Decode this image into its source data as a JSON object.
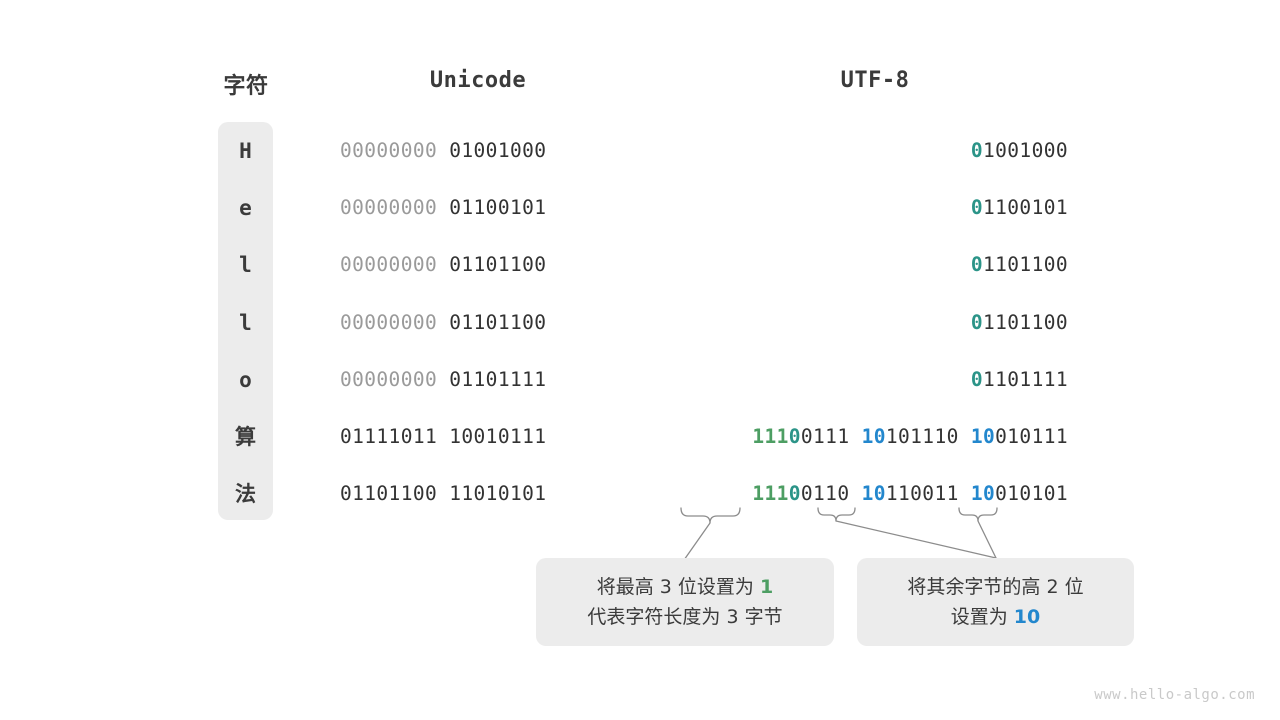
{
  "headers": {
    "char": "字符",
    "unicode": "Unicode",
    "utf8": "UTF-8"
  },
  "rows": [
    {
      "char": "H",
      "unicode": {
        "pad": "00000000",
        "body": "01001000"
      },
      "utf8": [
        {
          "lead": "0",
          "leadStyle": "teal",
          "rest": "1001000"
        }
      ]
    },
    {
      "char": "e",
      "unicode": {
        "pad": "00000000",
        "body": "01100101"
      },
      "utf8": [
        {
          "lead": "0",
          "leadStyle": "teal",
          "rest": "1100101"
        }
      ]
    },
    {
      "char": "l",
      "unicode": {
        "pad": "00000000",
        "body": "01101100"
      },
      "utf8": [
        {
          "lead": "0",
          "leadStyle": "teal",
          "rest": "1101100"
        }
      ]
    },
    {
      "char": "l",
      "unicode": {
        "pad": "00000000",
        "body": "01101100"
      },
      "utf8": [
        {
          "lead": "0",
          "leadStyle": "teal",
          "rest": "1101100"
        }
      ]
    },
    {
      "char": "o",
      "unicode": {
        "pad": "00000000",
        "body": "01101111"
      },
      "utf8": [
        {
          "lead": "0",
          "leadStyle": "teal",
          "rest": "1101111"
        }
      ]
    },
    {
      "char": "算",
      "unicode": {
        "pad": "",
        "body": "01111011 10010111"
      },
      "utf8": [
        {
          "lead": "111",
          "leadStyle": "green",
          "lead2": "0",
          "lead2Style": "teal",
          "rest": "0111"
        },
        {
          "lead": "10",
          "leadStyle": "blue",
          "rest": "101110"
        },
        {
          "lead": "10",
          "leadStyle": "blue",
          "rest": "010111"
        }
      ]
    },
    {
      "char": "法",
      "unicode": {
        "pad": "",
        "body": "01101100 11010101"
      },
      "utf8": [
        {
          "lead": "111",
          "leadStyle": "green",
          "lead2": "0",
          "lead2Style": "teal",
          "rest": "0110"
        },
        {
          "lead": "10",
          "leadStyle": "blue",
          "rest": "110011"
        },
        {
          "lead": "10",
          "leadStyle": "blue",
          "rest": "010101"
        }
      ]
    }
  ],
  "notes": [
    {
      "line1_a": "将最高 3 位设置为 ",
      "line1_b": "1",
      "line1_b_style": "green",
      "line2": "代表字符长度为 3 字节"
    },
    {
      "line1_a": "将其余字节的高 2 位",
      "line1_b": "",
      "line1_b_style": "blue",
      "line2_a": "设置为 ",
      "line2_b": "10",
      "line2_b_style": "blue"
    }
  ],
  "watermark": "www.hello-algo.com",
  "colors": {
    "teal": "#2b9488",
    "green": "#4d9e63",
    "blue": "#2387cd",
    "panel": "#ececec",
    "text": "#333333",
    "pad": "#9a9a9a",
    "watermark": "#c9c9c9"
  }
}
